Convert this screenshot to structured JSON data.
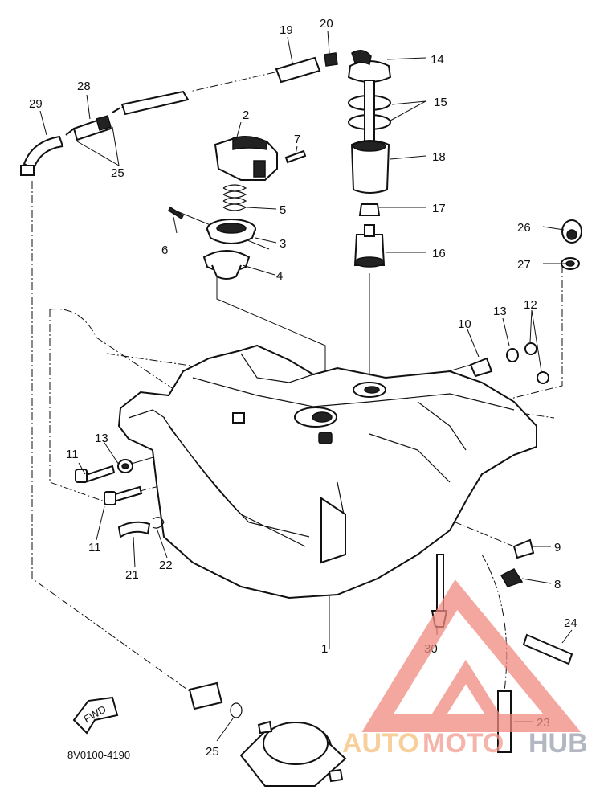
{
  "diagram": {
    "callouts": [
      "1",
      "2",
      "3",
      "4",
      "5",
      "6",
      "7",
      "8",
      "9",
      "10",
      "11",
      "11",
      "12",
      "13",
      "13",
      "14",
      "15",
      "16",
      "17",
      "18",
      "19",
      "20",
      "21",
      "22",
      "23",
      "24",
      "25",
      "25",
      "26",
      "27",
      "28",
      "29",
      "30"
    ],
    "part_code": "8V0100-4190",
    "direction_label": "FWD"
  },
  "watermark": {
    "text_auto": "AUTO",
    "text_moto": "MOTO",
    "text_hub": "HUB",
    "color_auto": "#f5c07a",
    "color_moto": "#f29a8e",
    "color_hub": "#9aa0ad",
    "color_logo": "#f08a80"
  }
}
